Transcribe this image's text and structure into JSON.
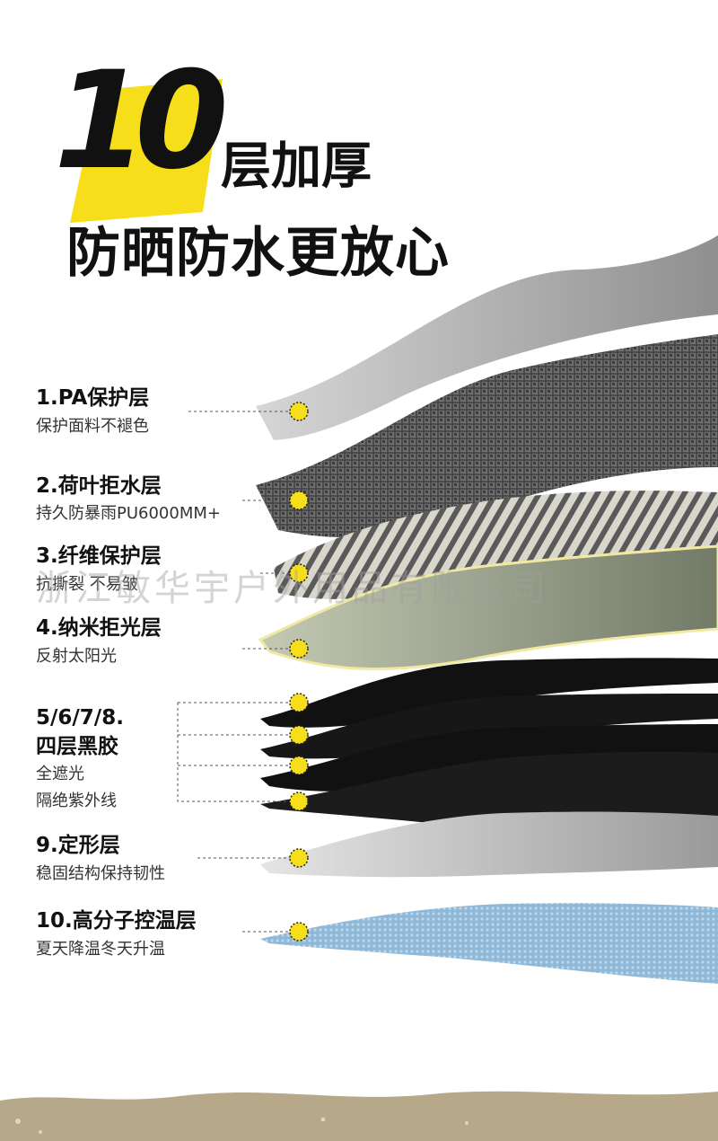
{
  "headline": {
    "number": "10",
    "suffix": "层加厚",
    "subtitle": "防晒防水更放心"
  },
  "layers": [
    {
      "title": "1.PA保护层",
      "desc": "保护面料不褪色"
    },
    {
      "title": "2.荷叶拒水层",
      "desc": "持久防暴雨PU6000MM+"
    },
    {
      "title": "3.纤维保护层",
      "desc": "抗撕裂 不易皱"
    },
    {
      "title": "4.纳米拒光层",
      "desc": "反射太阳光"
    },
    {
      "title": "5/6/7/8.",
      "title2": "四层黑胶",
      "desc": "全遮光",
      "desc2": "隔绝紫外线"
    },
    {
      "title": "9.定形层",
      "desc": "稳固结构保持韧性"
    },
    {
      "title": "10.高分子控温层",
      "desc": "夏天降温冬天升温"
    }
  ],
  "watermark": "浙江敏华宇户外用品有限公司",
  "colors": {
    "accent_yellow": "#f6df1a",
    "text_dark": "#111111",
    "fabric_base": "#b5a98a"
  }
}
